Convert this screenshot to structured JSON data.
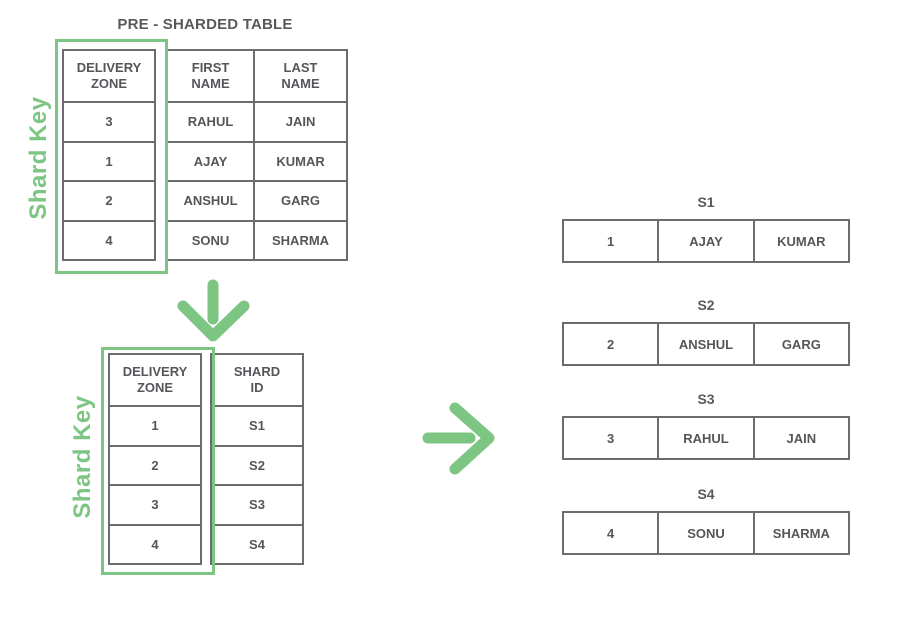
{
  "diagram": {
    "title": "PRE - SHARDED TABLE",
    "accent_green": "#7DC582",
    "border_gray": "#6B6C6F",
    "text_gray": "#55565A"
  },
  "pre_sharded_table": {
    "shard_key_label": "Shard Key",
    "headers": [
      "DELIVERY\nZONE",
      "FIRST\nNAME",
      "LAST\nNAME"
    ],
    "rows": [
      [
        "3",
        "RAHUL",
        "JAIN"
      ],
      [
        "1",
        "AJAY",
        "KUMAR"
      ],
      [
        "2",
        "ANSHUL",
        "GARG"
      ],
      [
        "4",
        "SONU",
        "SHARMA"
      ]
    ]
  },
  "shard_mapping_table": {
    "shard_key_label": "Shard Key",
    "headers": [
      "DELIVERY\nZONE",
      "SHARD\nID"
    ],
    "rows": [
      [
        "1",
        "S1"
      ],
      [
        "2",
        "S2"
      ],
      [
        "3",
        "S3"
      ],
      [
        "4",
        "S4"
      ]
    ]
  },
  "shards": [
    {
      "label": "S1",
      "row": [
        "1",
        "AJAY",
        "KUMAR"
      ]
    },
    {
      "label": "S2",
      "row": [
        "2",
        "ANSHUL",
        "GARG"
      ]
    },
    {
      "label": "S3",
      "row": [
        "3",
        "RAHUL",
        "JAIN"
      ]
    },
    {
      "label": "S4",
      "row": [
        "4",
        "SONU",
        "SHARMA"
      ]
    }
  ]
}
